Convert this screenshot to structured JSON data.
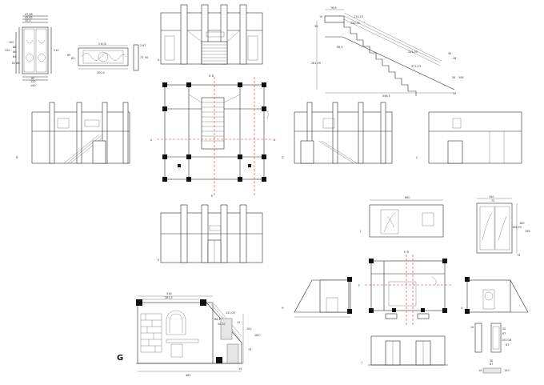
{
  "labels": {
    "door_dims": {
      "w_top": "47,88",
      "w_mid": "45,85",
      "w_in": "10,5",
      "h_a": "100",
      "h_b": "88",
      "h_c": "86",
      "h_d": "84",
      "h_e": "81,88",
      "h_f": "220",
      "h_g": "210",
      "w_bot_a": "60",
      "w_bot_b": "120",
      "w_bot_c": "140"
    },
    "rail_dims": {
      "top": "210,8",
      "bottom": "200,5",
      "h_a": "89",
      "h_b": "63",
      "h_c": "2,67",
      "h_d": "73",
      "h_e": "50"
    },
    "stair_dims": {
      "a": "76,6",
      "b": "15",
      "c": "30",
      "d": "115,15",
      "e": "220,35",
      "f": "98,5",
      "g": "225,05",
      "h": "477,23",
      "i": "261,09",
      "j": "546,5",
      "k": "30",
      "l": "18",
      "m": "108",
      "n": "30",
      "o": "15",
      "p": "76,6"
    },
    "section_g_dims": {
      "a": "316",
      "b": "283,5",
      "c": "131,02",
      "d": "88,4",
      "e": "50,32",
      "f": "15",
      "g": "102",
      "h": "260",
      "i": "73",
      "j": "15",
      "k": "465"
    },
    "cabinet_dims": {
      "a": "150",
      "b": "75",
      "c": "108,95",
      "d": "180",
      "e": "196",
      "f": "75"
    },
    "small_dims": {
      "a": "15",
      "b": "20",
      "c": "87",
      "d": "5",
      "e": "100,06",
      "f": "67",
      "g": "30",
      "h": "87",
      "i": "15",
      "j": "100"
    },
    "view_marks": {
      "b1": "B",
      "b2": "B",
      "a1": "A",
      "a2": "A",
      "c1": "C",
      "d1": "D",
      "e1": "E",
      "f1": "F",
      "g1": "G",
      "h1": "H",
      "i1": "I",
      "j1": "J"
    },
    "big_g": "G",
    "plan_axes": {
      "top": "H D",
      "left": "A",
      "right": "A",
      "bottom": "E"
    }
  }
}
